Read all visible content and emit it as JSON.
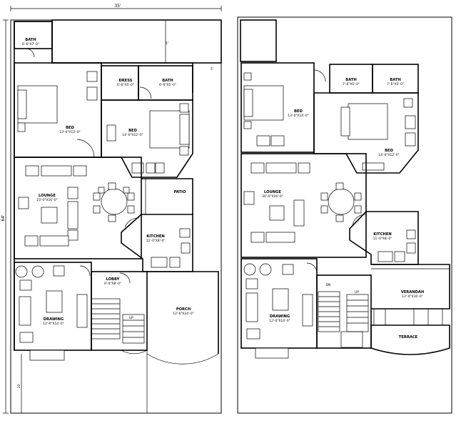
{
  "dimensions": {
    "width_label": "35'",
    "height_label": "64'",
    "front_setback": "10'",
    "rear_setback": "5'",
    "side_gap": "5'"
  },
  "ground_floor": {
    "rooms": [
      {
        "id": "bath-top",
        "name": "BATH",
        "size": "6'-6\"X7'-0\""
      },
      {
        "id": "dress",
        "name": "DRESS",
        "size": "6'-0\"X5'-0\""
      },
      {
        "id": "bath-mid",
        "name": "BATH",
        "size": "6'-0\"X5'-0\""
      },
      {
        "id": "bed-1",
        "name": "BED",
        "size": "13'-0\"X12'-0\""
      },
      {
        "id": "bed-2",
        "name": "BED",
        "size": "14'-0\"X12'-0\""
      },
      {
        "id": "lounge",
        "name": "LOUNGE",
        "size": "23'-0\"X16'-0\""
      },
      {
        "id": "patio",
        "name": "PATIO",
        "size": ""
      },
      {
        "id": "kitchen",
        "name": "KITCHEN",
        "size": "11'-0\"X8'-0\""
      },
      {
        "id": "lobby",
        "name": "LOBBY",
        "size": "6'-0\"X8'-0\""
      },
      {
        "id": "drawing",
        "name": "DRAWING",
        "size": "12'-0\"X14'-0\""
      },
      {
        "id": "porch",
        "name": "PORCH",
        "size": "12'-0\"X24'-0\""
      }
    ],
    "stair_label": "UP"
  },
  "first_floor": {
    "rooms": [
      {
        "id": "ff-bed-1",
        "name": "BED",
        "size": "13'-0\"X14'-0\""
      },
      {
        "id": "ff-bath-1",
        "name": "BATH",
        "size": "7'-6\"X5'-0\""
      },
      {
        "id": "ff-bath-2",
        "name": "BATH",
        "size": "7'-6\"X5'-0\""
      },
      {
        "id": "ff-bed-2",
        "name": "BED",
        "size": "14'-0\"X12'-0\""
      },
      {
        "id": "ff-lounge",
        "name": "LOUNGE",
        "size": "20'-0\"X16'-0\""
      },
      {
        "id": "ff-kitchen",
        "name": "KITCHEN",
        "size": "11'-0\"X8'-0\""
      },
      {
        "id": "ff-drawing",
        "name": "DRAWING",
        "size": "12'-0\"X14'-0\""
      },
      {
        "id": "verandah",
        "name": "VERANDAH",
        "size": "12'-0\"X16'-0\""
      },
      {
        "id": "terrace",
        "name": "TERRACE",
        "size": ""
      }
    ],
    "stair_labels": {
      "down": "DN",
      "up": "UP"
    }
  }
}
